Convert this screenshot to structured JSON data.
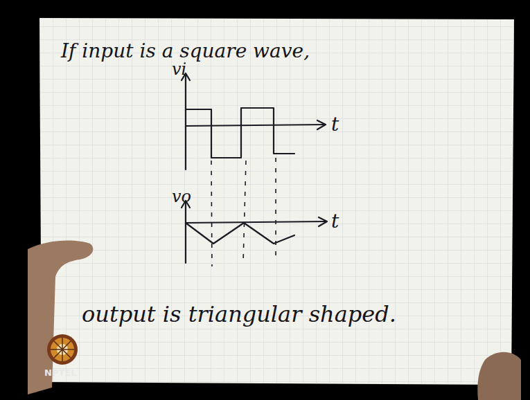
{
  "diagram": {
    "labels": [
      "If input is a square wave,",
      "vi",
      "t",
      "vo",
      "t",
      "output is triangular shaped.",
      "NPTEL"
    ]
  }
}
